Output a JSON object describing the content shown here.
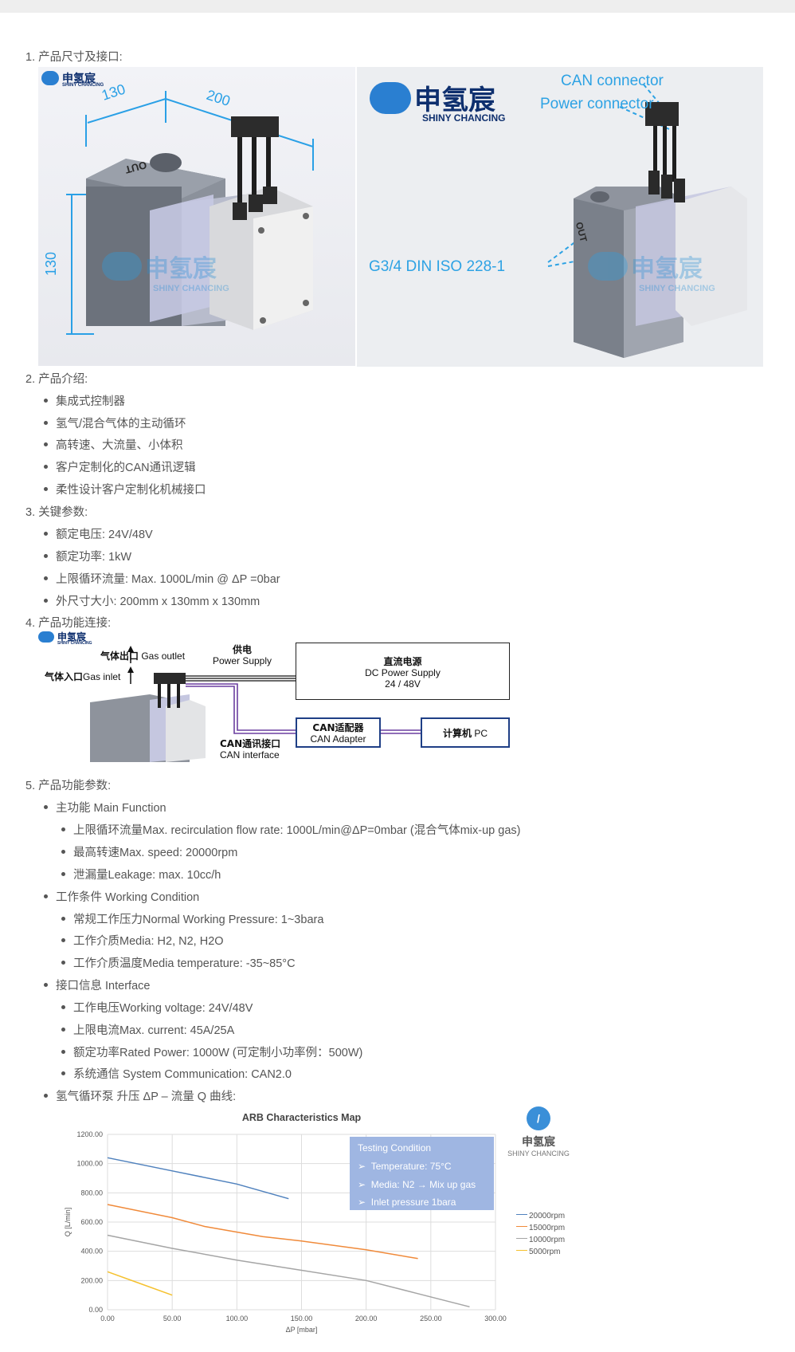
{
  "sections": {
    "s1": "1. 产品尺寸及接口:",
    "s2": "2. 产品介绍:",
    "s3": "3. 关键参数:",
    "s4": "4. 产品功能连接:",
    "s5": "5. 产品功能参数:"
  },
  "images": {
    "logo_cn": "申氢宸",
    "logo_en": "SHINY CHANCING",
    "dims": {
      "d130_top": "130",
      "d200": "200",
      "d130_side": "130"
    },
    "port_out": "OUT",
    "can_connector": "CAN connector",
    "power_connector": "Power connector",
    "gas_port": "G3/4 DIN ISO 228-1"
  },
  "intro": [
    "集成式控制器",
    "氢气/混合气体的主动循环",
    "高转速、大流量、小体积",
    "客户定制化的CAN通讯逻辑",
    "柔性设计客户定制化机械接口"
  ],
  "key_params": [
    "额定电压: 24V/48V",
    "额定功率: 1kW",
    "上限循环流量: Max. 1000L/min @ ΔP =0bar",
    "外尺寸大小: 200mm x 130mm x 130mm"
  ],
  "diagram": {
    "gas_outlet_cn": "气体出口",
    "gas_outlet_en": " Gas outlet",
    "gas_inlet_cn": "气体入口",
    "gas_inlet_en": "Gas inlet",
    "supply_cn": "供电",
    "supply_en": "Power Supply",
    "dc_cn": "直流电源",
    "dc_en": "DC Power Supply",
    "dc_v": "24 / 48V",
    "can_adapter_cn": "CAN适配器",
    "can_adapter_en": "CAN Adapter",
    "pc_cn": "计算机",
    "pc_en": " PC",
    "can_if_cn": "CAN通讯接口",
    "can_if_en": "CAN interface"
  },
  "func_params": {
    "main": {
      "title": "主功能 Main Function",
      "items": [
        "上限循环流量Max. recirculation flow rate: 1000L/min@ΔP=0mbar (混合气体mix-up gas)",
        "最高转速Max. speed: 20000rpm",
        "泄漏量Leakage: max. 10cc/h"
      ]
    },
    "working": {
      "title": "工作条件 Working Condition",
      "items": [
        "常规工作压力Normal Working Pressure: 1~3bara",
        "工作介质Media: H2, N2, H2O",
        "工作介质温度Media temperature: -35~85°C"
      ]
    },
    "interface": {
      "title": "接口信息 Interface",
      "items": [
        "工作电压Working voltage: 24V/48V",
        "上限电流Max. current: 45A/25A",
        "额定功率Rated Power: 1000W (可定制小功率例：500W)",
        "系统通信 System Communication: CAN2.0"
      ]
    },
    "curve_title": "氢气循环泵 升压 ΔP – 流量 Q 曲线:"
  },
  "chart_data": {
    "type": "line",
    "title": "ARB Characteristics Map",
    "xlabel": "ΔP [mbar]",
    "ylabel": "Q [L/min]",
    "xlim": [
      0,
      300
    ],
    "ylim": [
      0,
      1200
    ],
    "x_ticks": [
      "0.00",
      "50.00",
      "100.00",
      "150.00",
      "200.00",
      "250.00",
      "300.00"
    ],
    "y_ticks": [
      "0.00",
      "200.00",
      "400.00",
      "600.00",
      "800.00",
      "1000.00",
      "1200.00"
    ],
    "grid": true,
    "legend_position": "right",
    "series": [
      {
        "name": "20000rpm",
        "color": "#4f81bd",
        "points": [
          [
            0,
            1040
          ],
          [
            50,
            950
          ],
          [
            100,
            860
          ],
          [
            140,
            760
          ]
        ]
      },
      {
        "name": "15000rpm",
        "color": "#f08a3a",
        "points": [
          [
            0,
            720
          ],
          [
            50,
            630
          ],
          [
            75,
            570
          ],
          [
            120,
            500
          ],
          [
            150,
            470
          ],
          [
            200,
            410
          ],
          [
            240,
            350
          ]
        ]
      },
      {
        "name": "10000rpm",
        "color": "#a5a5a5",
        "points": [
          [
            0,
            510
          ],
          [
            50,
            420
          ],
          [
            100,
            340
          ],
          [
            150,
            270
          ],
          [
            200,
            200
          ],
          [
            240,
            110
          ],
          [
            280,
            20
          ]
        ]
      },
      {
        "name": "5000rpm",
        "color": "#f5c12e",
        "points": [
          [
            0,
            260
          ],
          [
            25,
            180
          ],
          [
            50,
            100
          ]
        ]
      }
    ],
    "annotation": {
      "title": "Testing Condition",
      "items": [
        "Temperature: 75°C",
        "Media: N2 → Mix up gas",
        "Inlet pressure 1bara"
      ]
    }
  }
}
